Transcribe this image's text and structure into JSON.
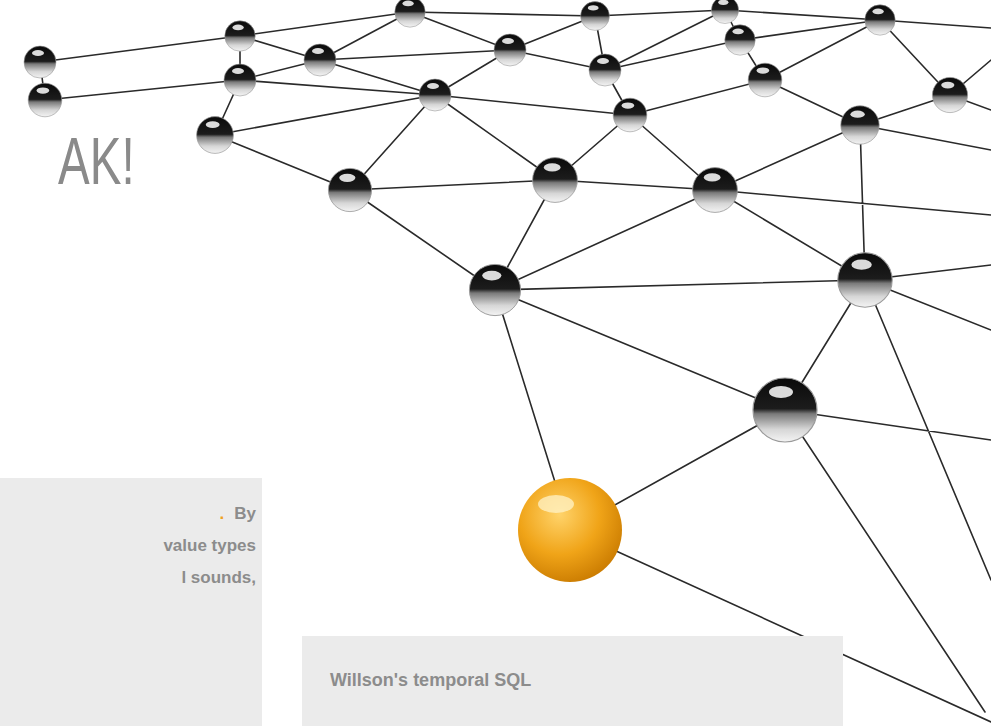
{
  "diagram": {
    "title": "AK!",
    "nodes": [
      {
        "text": [
          ".",
          "By",
          "value types",
          "l sounds,"
        ]
      },
      {
        "text": [
          "Willson's temporal SQL"
        ]
      }
    ]
  }
}
